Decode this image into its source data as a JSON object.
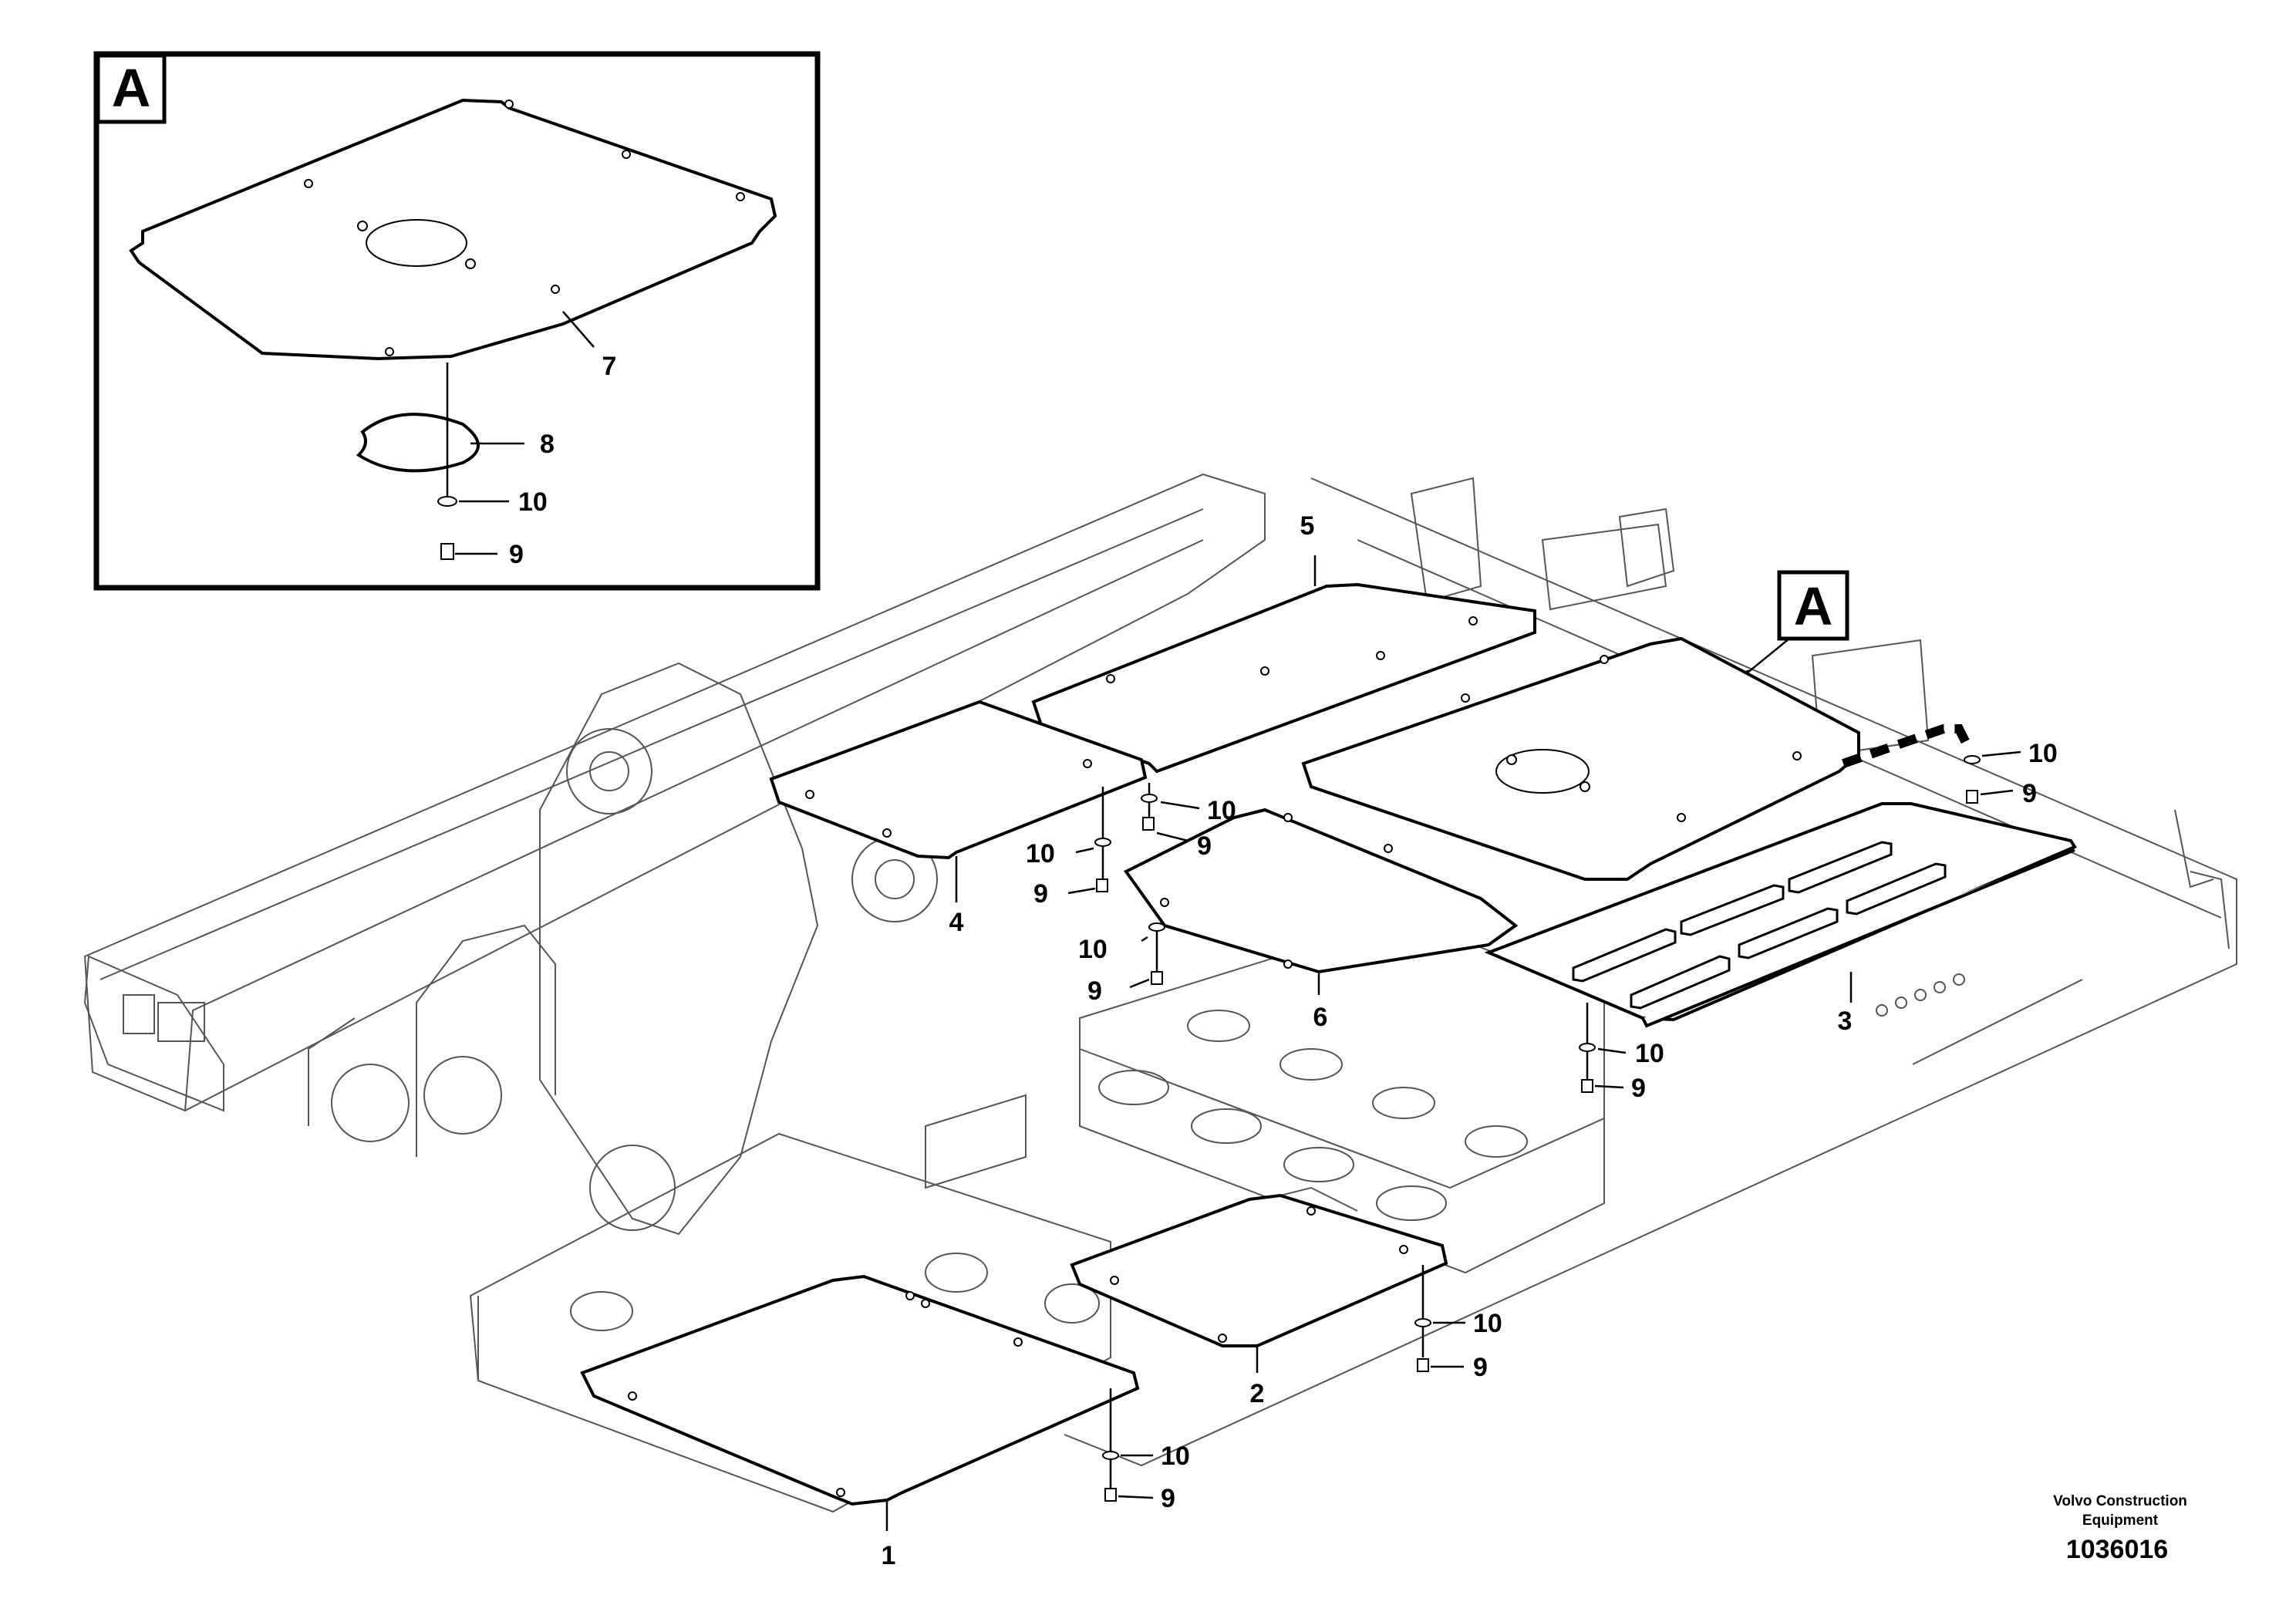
{
  "inset": {
    "letter": "A"
  },
  "main_marker": {
    "letter": "A"
  },
  "parts": {
    "p1": "1",
    "p2": "2",
    "p3": "3",
    "p4": "4",
    "p5": "5",
    "p6": "6",
    "p7": "7",
    "p8": "8",
    "p9": "9",
    "p10": "10"
  },
  "caption": {
    "line1": "Volvo Construction",
    "line2": "Equipment",
    "number": "1036016"
  },
  "icons": [
    "inset-frame",
    "callout-box-a",
    "plate",
    "screw-icon",
    "washer-icon",
    "dashed-pointer"
  ]
}
